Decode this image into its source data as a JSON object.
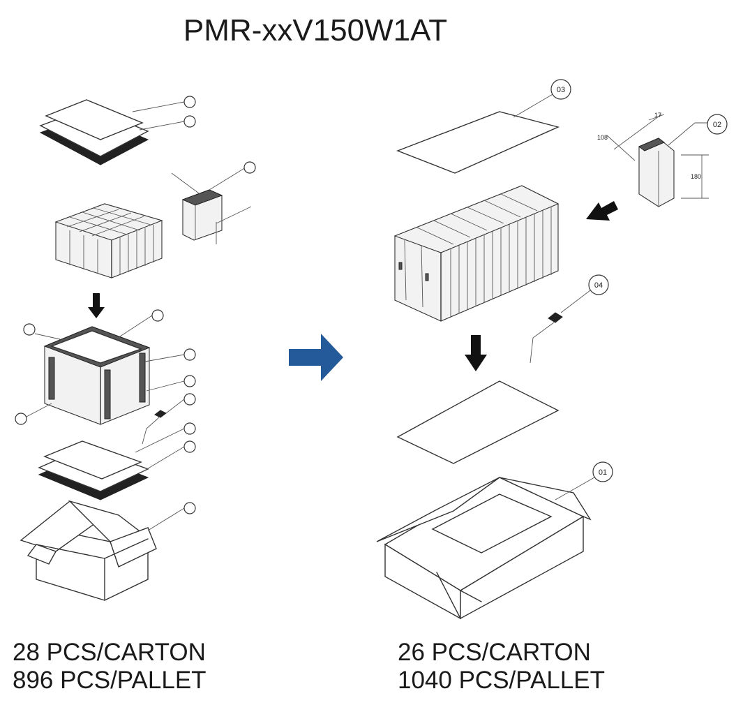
{
  "title": "PMR-xxV150W1AT",
  "left": {
    "caption_line1": "28 PCS/CARTON",
    "caption_line2": "896 PCS/PALLET"
  },
  "right": {
    "caption_line1": "26 PCS/CARTON",
    "caption_line2": "1040 PCS/PALLET",
    "callouts": {
      "c01": "01",
      "c02": "02",
      "c03": "03",
      "c04": "04"
    },
    "dims": {
      "d1": "17",
      "d2": "108",
      "d3": "180"
    }
  },
  "colors": {
    "transition_arrow": "#245a9a",
    "line": "#333333"
  }
}
